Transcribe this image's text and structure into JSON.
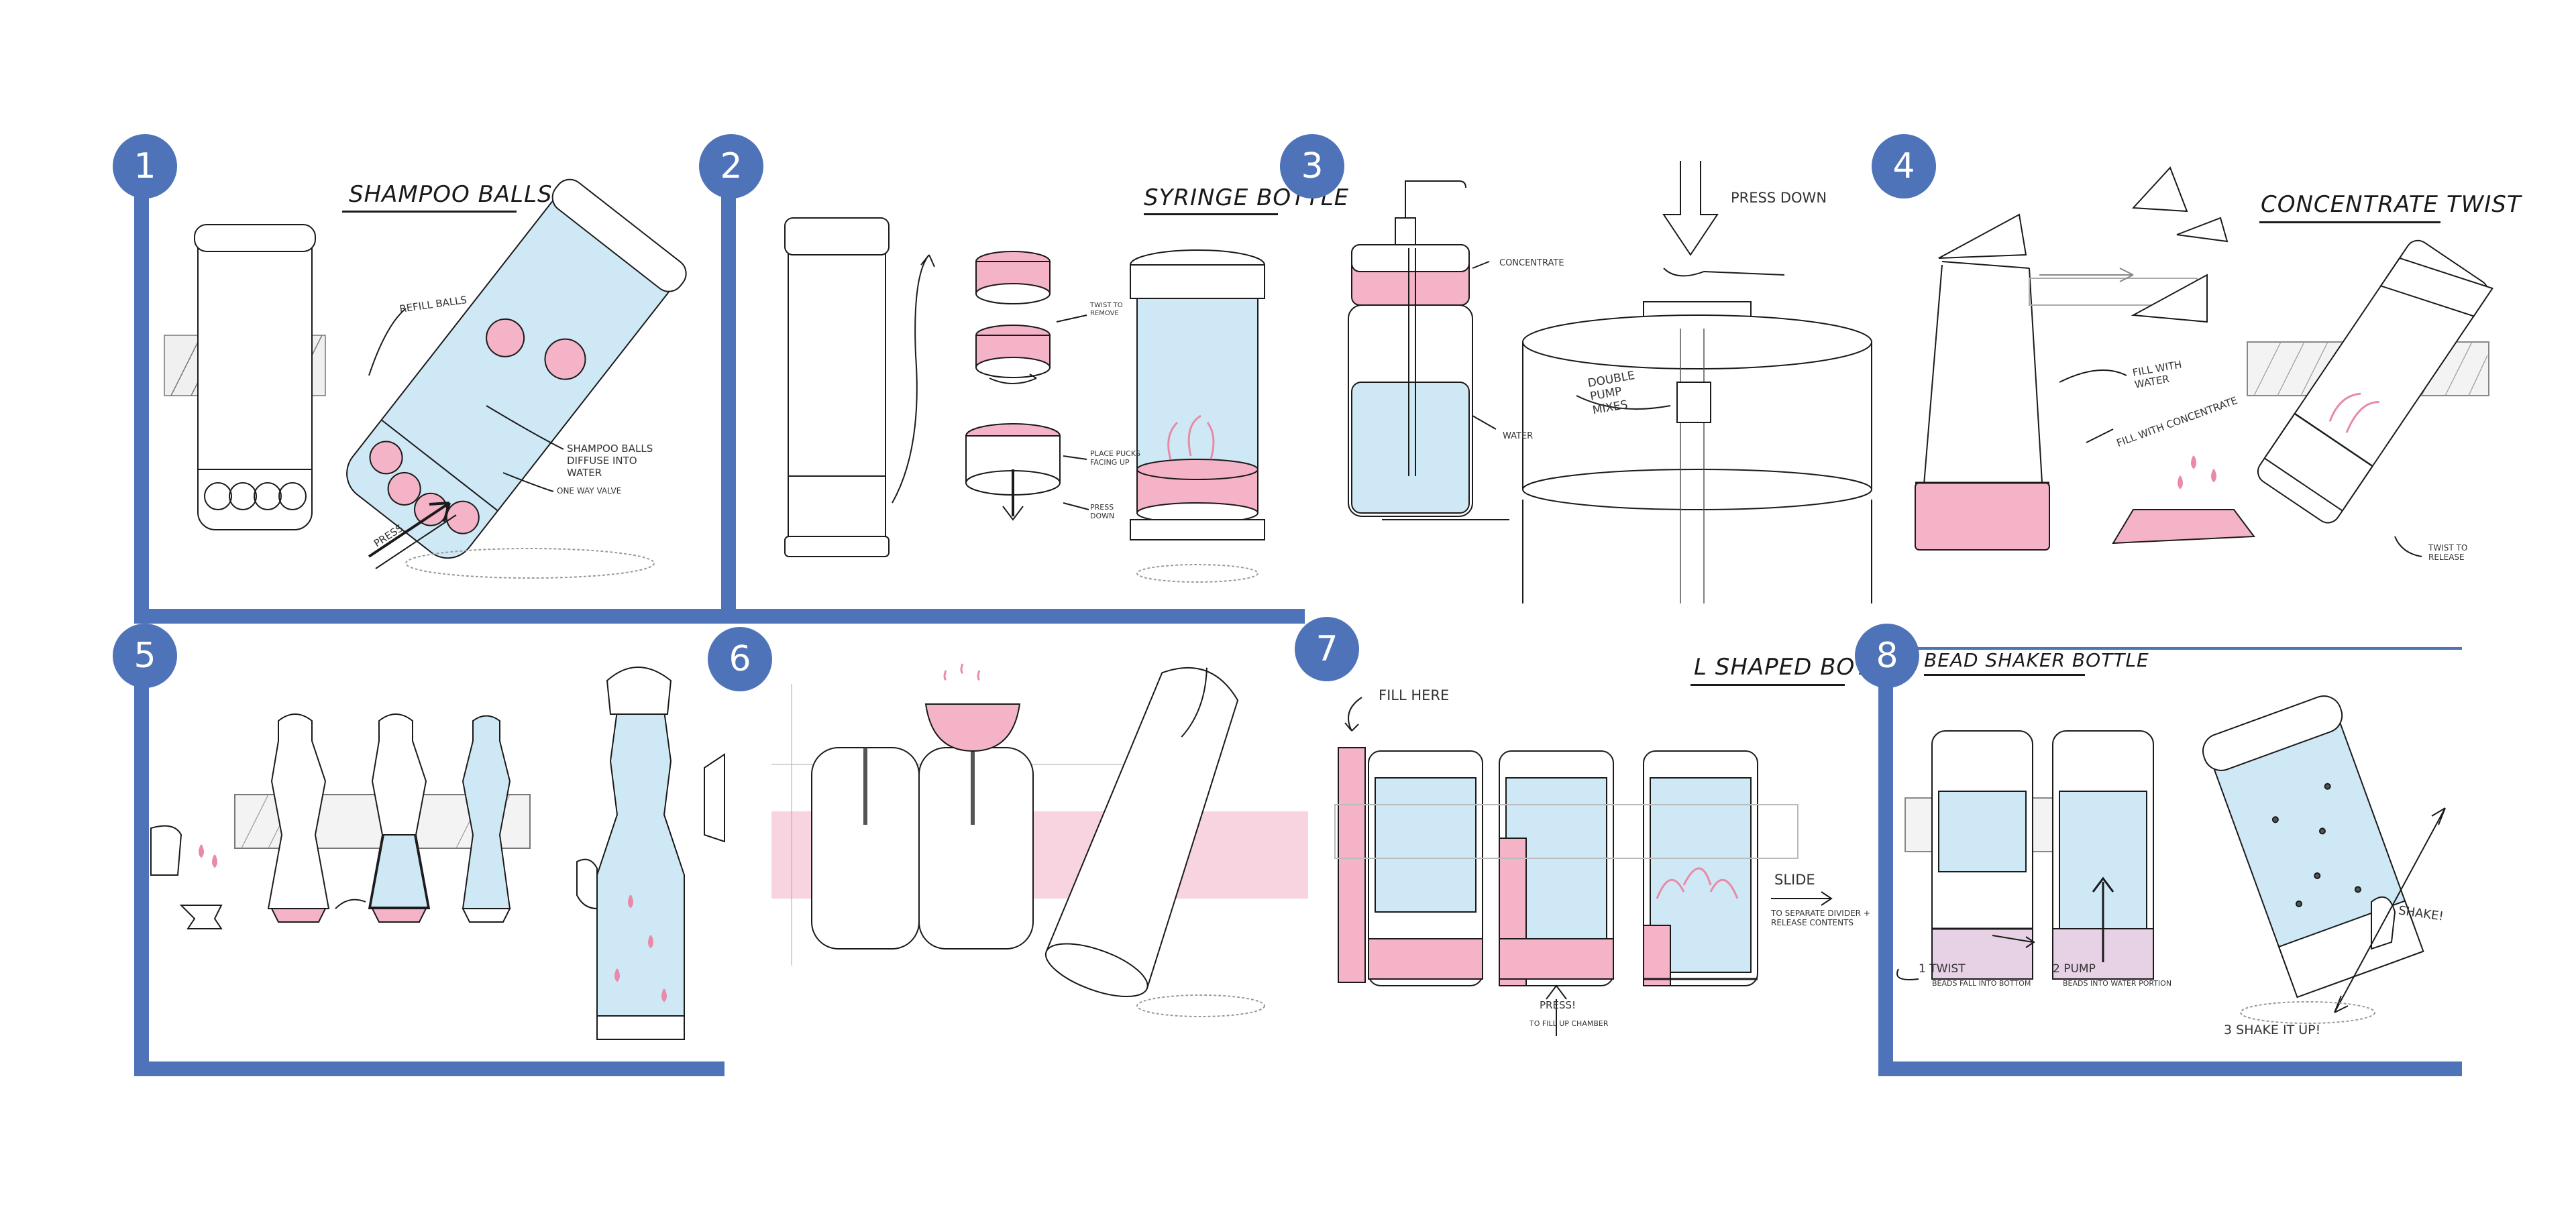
{
  "colors": {
    "frame": "#4e73b8",
    "badge": "#4e73b8",
    "water": "#cfe8f5",
    "concentrate": "#f4b3c6",
    "ink": "#1a1a1a",
    "shadow": "#9a9a9a"
  },
  "concepts": [
    {
      "number": "1",
      "title": "SHAMPOO BALLS",
      "notes": [
        "REFILL BALLS",
        "SHAMPOO BALLS DIFFUSE INTO WATER",
        "ONE WAY VALVE",
        "PRESS"
      ]
    },
    {
      "number": "2",
      "title": "SYRINGE BOTTLE",
      "notes": [
        "TWIST TO REMOVE",
        "PLACE PUCKS FACING UP",
        "PRESS DOWN"
      ]
    },
    {
      "number": "3",
      "title": "",
      "notes": [
        "CONCENTRATE",
        "WATER",
        "PRESS DOWN",
        "DOUBLE PUMP MIXES"
      ]
    },
    {
      "number": "4",
      "title": "CONCENTRATE TWIST",
      "notes": [
        "FILL WITH WATER",
        "FILL WITH CONCENTRATE",
        "TWIST TO RELEASE"
      ]
    },
    {
      "number": "5",
      "title": "",
      "notes": []
    },
    {
      "number": "6",
      "title": "",
      "notes": []
    },
    {
      "number": "7",
      "title": "L SHAPED BOTTLE",
      "notes": [
        "FILL HERE",
        "SLIDE",
        "TO SEPARATE DIVIDER + RELEASE CONTENTS",
        "PRESS!",
        "TO FILL UP CHAMBER"
      ]
    },
    {
      "number": "8",
      "title": "BEAD SHAKER BOTTLE",
      "notes": [
        "1 TWIST",
        "BEADS FALL INTO BOTTOM",
        "2 PUMP",
        "BEADS INTO WATER PORTION",
        "3 SHAKE IT UP!",
        "SHAKE!"
      ]
    }
  ]
}
